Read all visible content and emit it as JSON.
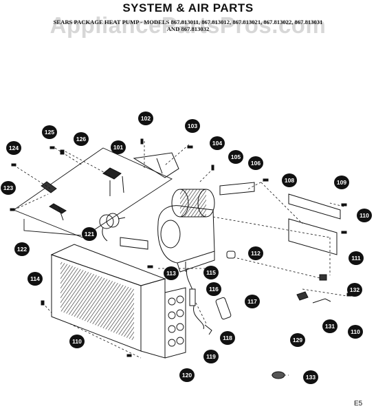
{
  "title": "SYSTEM & AIR PARTS",
  "subtitle_line1": "SEARS PACKAGE HEAT PUMP - MODELS 867.813011, 867.813012, 867.813021, 867.813022, 867.813031",
  "subtitle_line2": "AND 867.813032",
  "watermark": "AppliancePartsPros.com",
  "page_id": "E5",
  "part_labels": [
    "101",
    "102",
    "103",
    "104",
    "105",
    "106",
    "108",
    "109",
    "110",
    "111",
    "112",
    "113",
    "114",
    "115",
    "116",
    "117",
    "118",
    "119",
    "120",
    "121",
    "122",
    "123",
    "124",
    "125",
    "126",
    "129",
    "131",
    "132",
    "133"
  ],
  "icons": {
    "callout": "filled-oval-callout",
    "condenser": "finned-coil-icon",
    "blower": "blower-wheel-icon",
    "motor": "motor-icon"
  }
}
